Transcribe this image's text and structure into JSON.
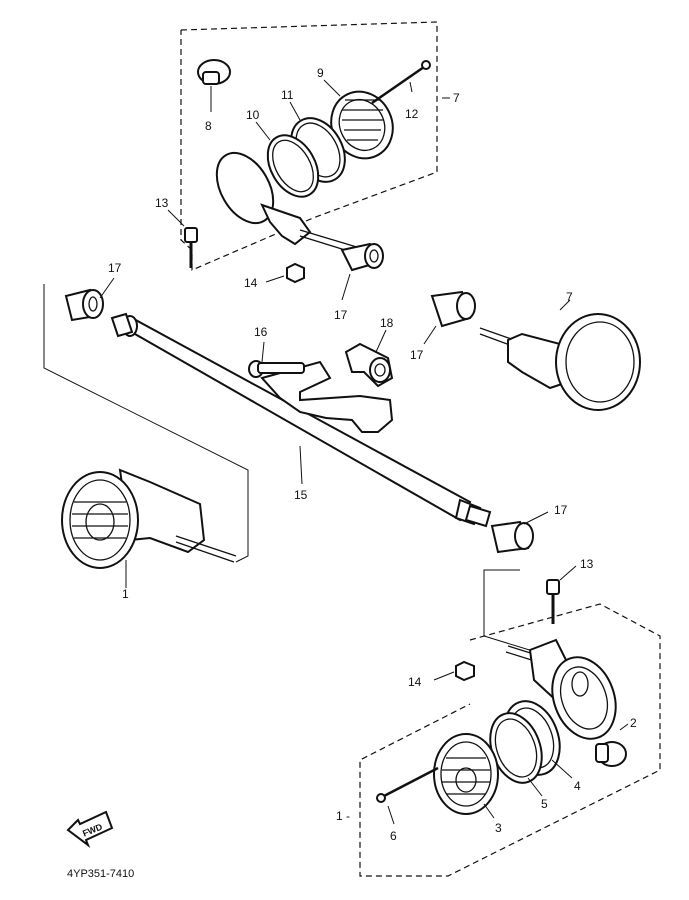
{
  "diagram": {
    "part_code": "4YP351-7410",
    "fwd_label": "FWD",
    "labels": [
      {
        "id": "l8",
        "text": "8"
      },
      {
        "id": "l9",
        "text": "9"
      },
      {
        "id": "l10",
        "text": "10"
      },
      {
        "id": "l11",
        "text": "11"
      },
      {
        "id": "l12",
        "text": "12"
      },
      {
        "id": "l7a",
        "text": "7"
      },
      {
        "id": "l13a",
        "text": "13"
      },
      {
        "id": "l14a",
        "text": "14"
      },
      {
        "id": "l17a",
        "text": "17"
      },
      {
        "id": "l17b",
        "text": "17"
      },
      {
        "id": "l16",
        "text": "16"
      },
      {
        "id": "l18",
        "text": "18"
      },
      {
        "id": "l17c",
        "text": "17"
      },
      {
        "id": "l7b",
        "text": "7"
      },
      {
        "id": "l15",
        "text": "15"
      },
      {
        "id": "l1a",
        "text": "1"
      },
      {
        "id": "l17d",
        "text": "17"
      },
      {
        "id": "l13b",
        "text": "13"
      },
      {
        "id": "l14b",
        "text": "14"
      },
      {
        "id": "l2",
        "text": "2"
      },
      {
        "id": "l4",
        "text": "4"
      },
      {
        "id": "l5",
        "text": "5"
      },
      {
        "id": "l3",
        "text": "3"
      },
      {
        "id": "l6",
        "text": "6"
      },
      {
        "id": "l1b",
        "text": "1 -"
      }
    ]
  },
  "colors": {
    "ink": "#111111",
    "paper": "#ffffff"
  }
}
